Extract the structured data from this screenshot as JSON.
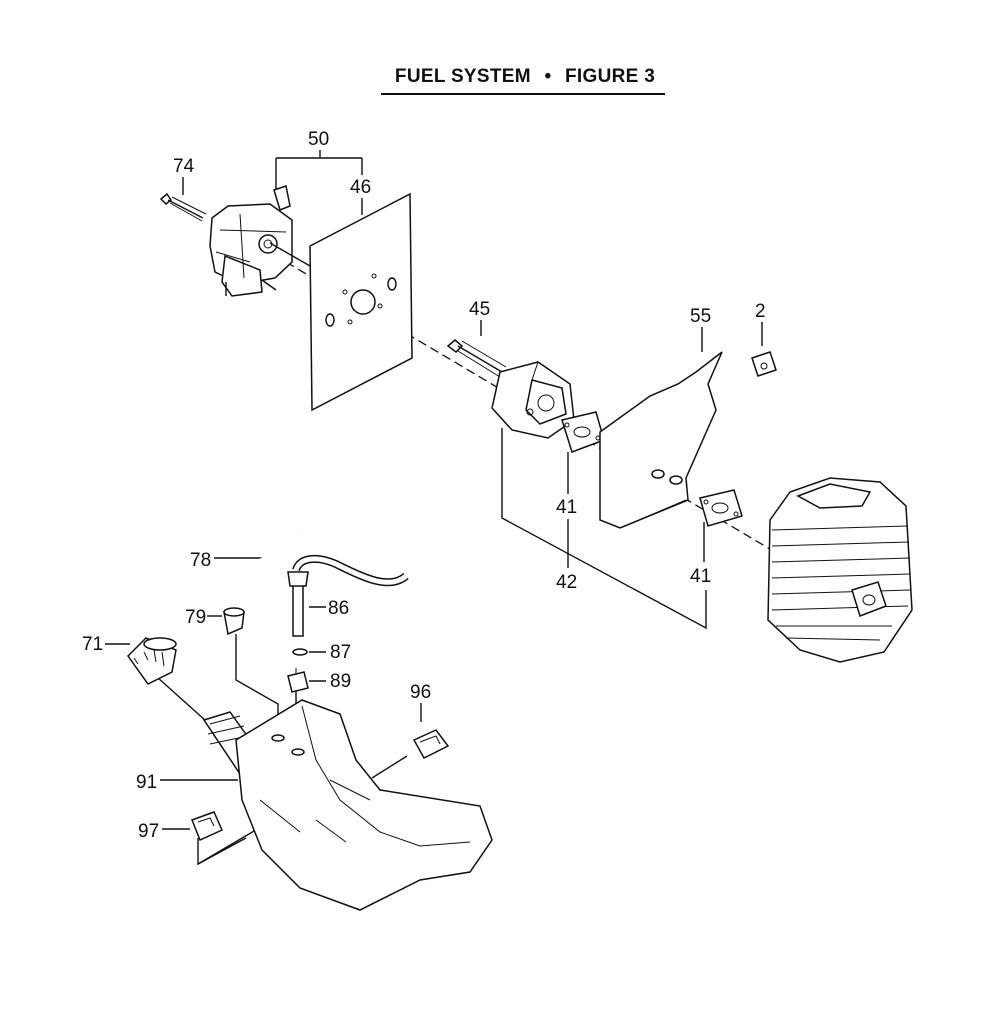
{
  "title": {
    "text": "FUEL SYSTEM",
    "separator": "•",
    "figure": "FIGURE 3"
  },
  "callouts": {
    "c2": "2",
    "c41a": "41",
    "c41b": "41",
    "c42": "42",
    "c45": "45",
    "c46": "46",
    "c50": "50",
    "c55": "55",
    "c71": "71",
    "c74": "74",
    "c78": "78",
    "c79": "79",
    "c86": "86",
    "c87": "87",
    "c89": "89",
    "c91": "91",
    "c96": "96",
    "c97": "97"
  }
}
